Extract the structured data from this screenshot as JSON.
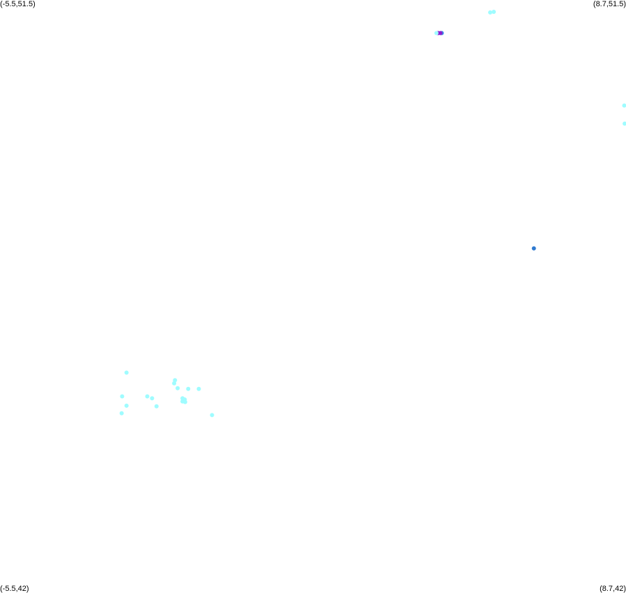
{
  "map": {
    "bounds": {
      "lon_min": -5.5,
      "lon_max": 8.7,
      "lat_min": 42,
      "lat_max": 51.5
    },
    "corners": {
      "top_left": "(-5.5,51.5)",
      "top_right": "(8.7,51.5)",
      "bottom_left": "(-5.5,42)",
      "bottom_right": "(8.7,42)"
    },
    "colors": {
      "light": "#9ffcff",
      "blue": "#3a8ee6",
      "dark_blue": "#2f7ad0",
      "purple": "#8b1fd0"
    },
    "points": [
      {
        "lon": 5.62,
        "lat": 51.3,
        "color": "#9ffcff"
      },
      {
        "lon": 5.7,
        "lat": 51.31,
        "color": "#9ffcff"
      },
      {
        "lon": 4.52,
        "lat": 50.97,
        "color": "#3a8ee6"
      },
      {
        "lon": 4.49,
        "lat": 50.97,
        "color": "#8b1fd0"
      },
      {
        "lon": 4.44,
        "lat": 50.97,
        "color": "#8b1fd0"
      },
      {
        "lon": 4.4,
        "lat": 50.97,
        "color": "#9ffcff"
      },
      {
        "lon": 8.66,
        "lat": 49.81,
        "color": "#9ffcff"
      },
      {
        "lon": 8.67,
        "lat": 49.52,
        "color": "#9ffcff"
      },
      {
        "lon": 6.61,
        "lat": 47.52,
        "color": "#2f7ad0"
      },
      {
        "lon": -2.63,
        "lat": 45.53,
        "color": "#9ffcff"
      },
      {
        "lon": -1.53,
        "lat": 45.41,
        "color": "#9ffcff"
      },
      {
        "lon": -1.55,
        "lat": 45.36,
        "color": "#9ffcff"
      },
      {
        "lon": -1.47,
        "lat": 45.28,
        "color": "#9ffcff"
      },
      {
        "lon": -1.23,
        "lat": 45.27,
        "color": "#9ffcff"
      },
      {
        "lon": -0.99,
        "lat": 45.27,
        "color": "#9ffcff"
      },
      {
        "lon": -2.73,
        "lat": 45.15,
        "color": "#9ffcff"
      },
      {
        "lon": -2.16,
        "lat": 45.15,
        "color": "#9ffcff"
      },
      {
        "lon": -2.05,
        "lat": 45.12,
        "color": "#9ffcff"
      },
      {
        "lon": -1.36,
        "lat": 45.12,
        "color": "#9ffcff"
      },
      {
        "lon": -1.31,
        "lat": 45.1,
        "color": "#9ffcff"
      },
      {
        "lon": -1.36,
        "lat": 45.07,
        "color": "#9ffcff"
      },
      {
        "lon": -1.3,
        "lat": 45.06,
        "color": "#9ffcff"
      },
      {
        "lon": -2.63,
        "lat": 45.0,
        "color": "#9ffcff"
      },
      {
        "lon": -1.95,
        "lat": 44.99,
        "color": "#9ffcff"
      },
      {
        "lon": -2.74,
        "lat": 44.88,
        "color": "#9ffcff"
      },
      {
        "lon": -0.69,
        "lat": 44.85,
        "color": "#9ffcff"
      }
    ]
  }
}
